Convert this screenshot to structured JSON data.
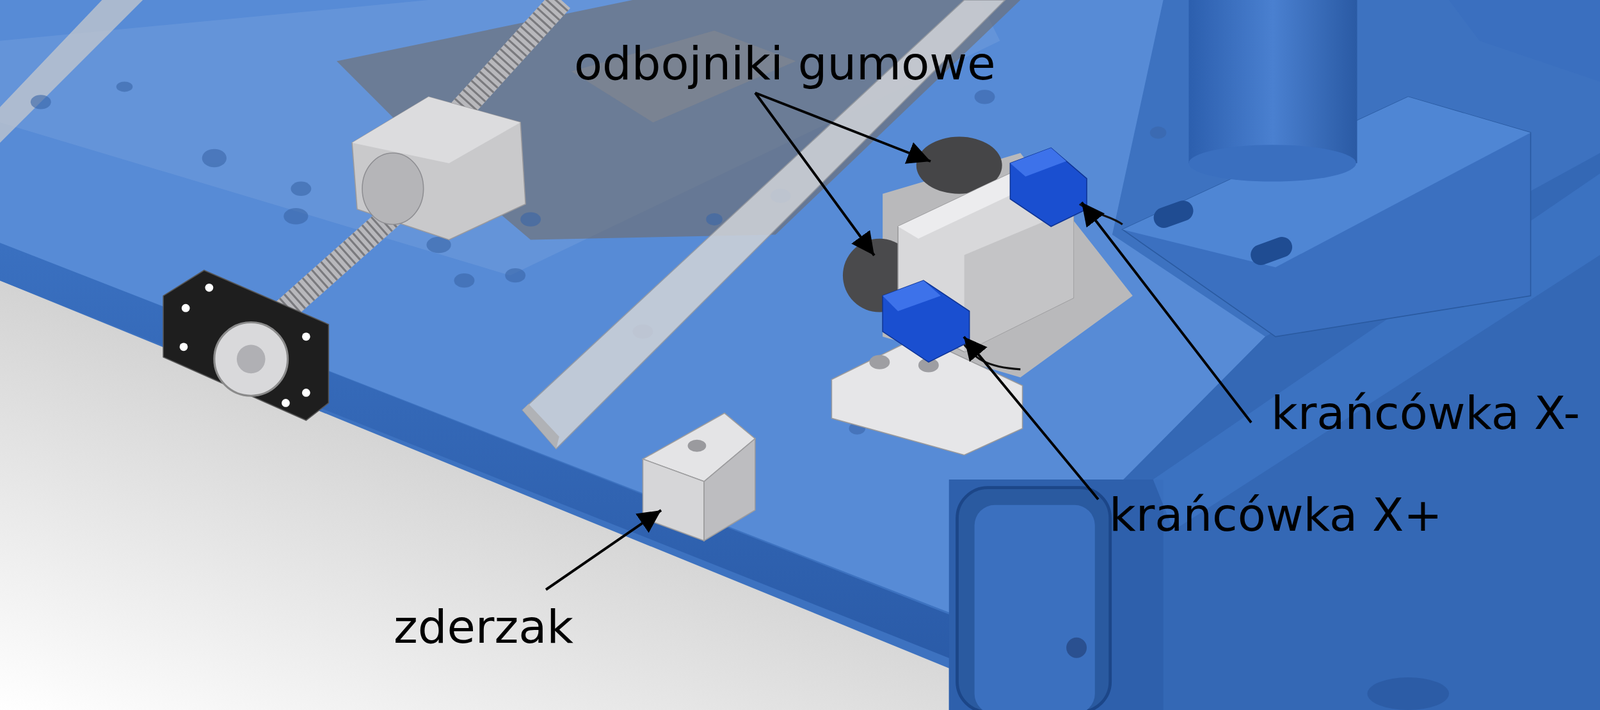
{
  "diagram": {
    "labels": [
      "odbojniki gumowe",
      "krańcówka X-",
      "krańcówka X+",
      "zderzak"
    ]
  }
}
